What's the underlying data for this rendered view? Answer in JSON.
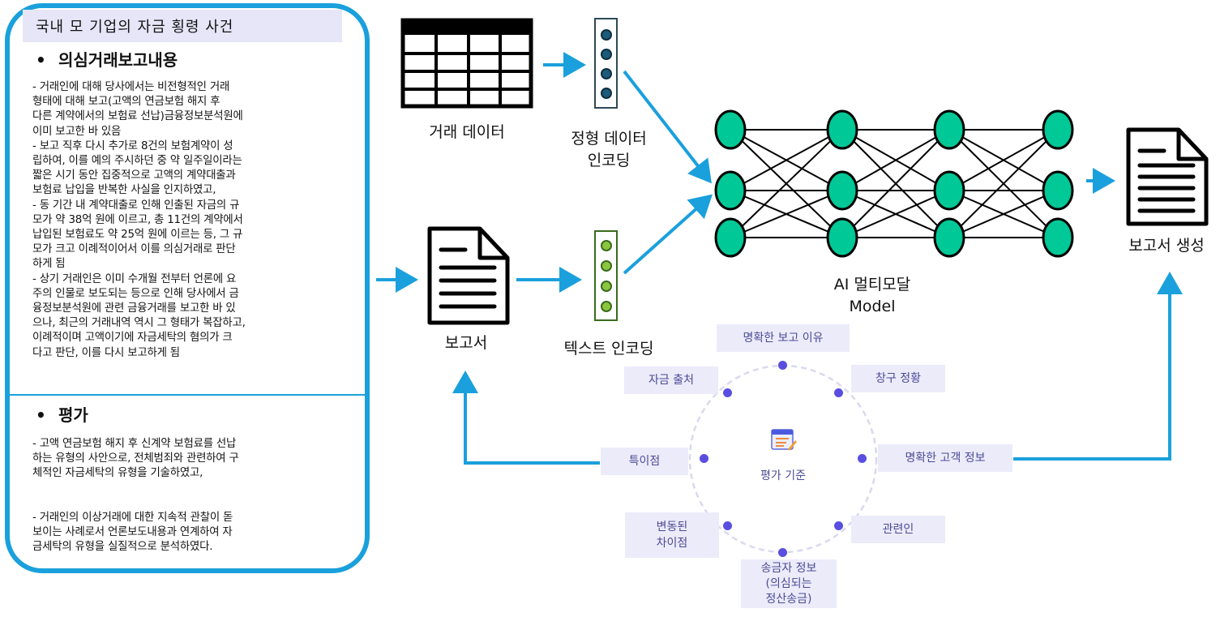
{
  "case_panel": {
    "title": "국내 모 기업의 자금 횡령 사건",
    "report_section": {
      "heading": "의심거래보고내용",
      "body": "- 거래인에 대해 당사에서는 비전형적인 거래\n형태에 대해 보고(고액의 연금보험 해지 후\n다른 계약에서의 보험료 선납)금융정보분석원에\n이미 보고한 바 있음\n- 보고 직후 다시 추가로 8건의 보험계약이 성\n립하여, 이를 예의 주시하던 중 약 일주일이라는\n짧은 시기 동안 집중적으로 고액의 계약대출과\n보험료 납입을 반복한 사실을 인지하였고,\n- 동 기간 내 계약대출로 인해 인출된 자금의 규\n모가 약 38억 원에 이르고, 총 11건의 계약에서\n납입된 보험료도 약 25억 원에 이르는 등, 그 규\n모가 크고 이례적이어서 이를 의심거래로 판단\n하게 됨\n- 상기 거래인은 이미 수개월 전부터 언론에 요\n주의 인물로 보도되는 등으로 인해 당사에서 금\n융정보분석원에 관련 금융거래를 보고한 바 있\n으나, 최근의 거래내역 역시 그 형태가 복잡하고,\n이례적이며 고액이기에 자금세탁의 혐의가 크\n다고 판단, 이를 다시 보고하게 됨"
    },
    "evaluation_section": {
      "heading": "평가",
      "body": "- 고액 연금보험 해지 후 신계약 보험료를 선납\n하는 유형의 사안으로, 전체범죄와 관련하여 구\n체적인 자금세탁의 유형을 기술하였고,\n\n\n- 거래인의 이상거래에 대한 지속적 관찰이 돋\n보이는 사례로서 언론보도내용과 연계하여 자\n금세탁의 유형을 실질적으로 분석하였다."
    }
  },
  "pipeline": {
    "transaction_data_label": "거래 데이터",
    "structured_encoding_label": "정형 데이터\n인코딩",
    "report_label": "보고서",
    "text_encoding_label": "텍스트 인코딩",
    "model_label": "AI 멀티모달\nModel",
    "output_label": "보고서 생성"
  },
  "evaluation_criteria": {
    "center_label": "평가 기준",
    "items": [
      "명확한 보고 이유",
      "창구 정황",
      "명확한 고객 정보",
      "관련인",
      "송금자 정보\n(의심되는\n정산송금)",
      "변동된\n차이점",
      "특이점",
      "자금 출처"
    ]
  },
  "colors": {
    "accent": "#1aa0dc",
    "node_fill": "#00c896",
    "structured_dot": "#1d5b7a",
    "text_dot": "#8cc63f",
    "criteria_text": "#4b4b95",
    "criteria_dot": "#5a4ee0"
  },
  "icons": [
    "table-icon",
    "document-icon",
    "document-lines-icon",
    "checklist-icon",
    "neural-network-icon"
  ]
}
